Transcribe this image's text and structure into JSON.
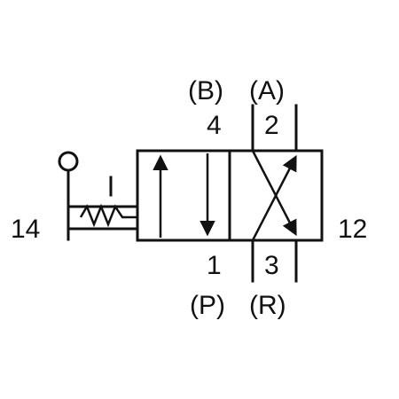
{
  "diagram": {
    "labels": {
      "left_port": "14",
      "right_port": "12",
      "top_left_letter": "(B)",
      "top_right_letter": "(A)",
      "top_left_number": "4",
      "top_right_number": "2",
      "bottom_left_number": "1",
      "bottom_right_number": "3",
      "bottom_left_letter": "(P)",
      "bottom_right_letter": "(R)"
    },
    "colors": {
      "line": "#111111",
      "background": "#ffffff"
    }
  }
}
